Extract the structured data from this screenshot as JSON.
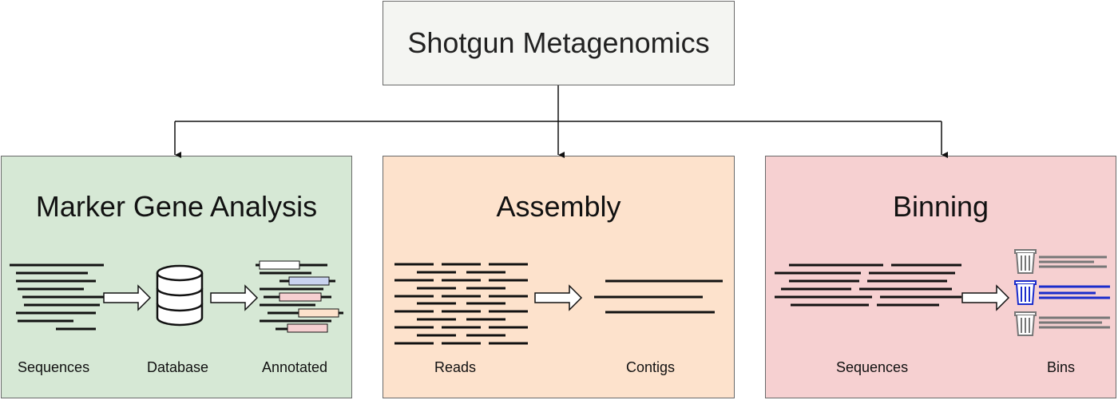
{
  "root": {
    "title": "Shotgun Metagenomics"
  },
  "panels": [
    {
      "title": "Marker Gene Analysis",
      "color": "#d6e8d5",
      "labels": [
        "Sequences",
        "Database",
        "Annotated"
      ]
    },
    {
      "title": "Assembly",
      "color": "#fde2cc",
      "labels": [
        "Reads",
        "Contigs"
      ]
    },
    {
      "title": "Binning",
      "color": "#f6d0d1",
      "labels": [
        "Sequences",
        "Bins"
      ]
    }
  ],
  "icons": [
    "database-icon",
    "trash-bin-icon",
    "arrow-icon"
  ],
  "colors": {
    "line": "#111111",
    "bin_highlight": "#1a2ccc",
    "bin_gray": "#777777"
  }
}
